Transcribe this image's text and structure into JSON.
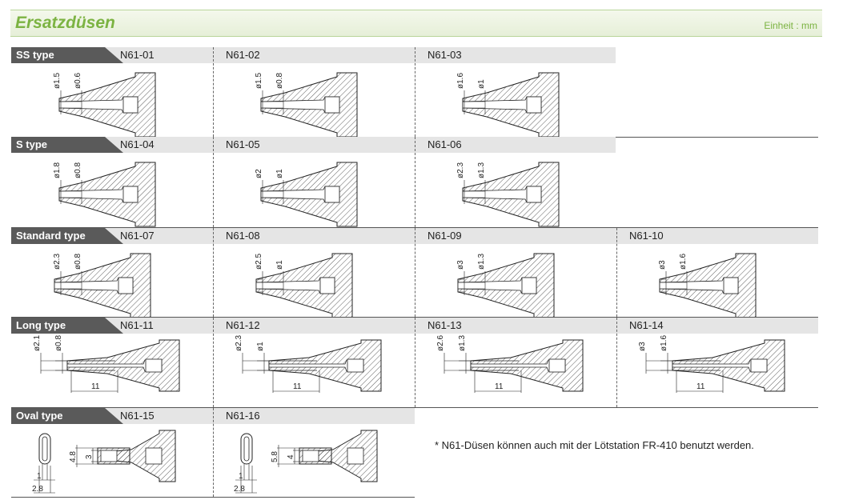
{
  "header": {
    "title": "Ersatzdüsen",
    "unit": "Einheit : mm"
  },
  "rows": [
    {
      "type": "SS type",
      "cells": [
        {
          "code": "N61-01",
          "d_outer": "ø1.5",
          "d_inner": "ø0.6"
        },
        {
          "code": "N61-02",
          "d_outer": "ø1.5",
          "d_inner": "ø0.8"
        },
        {
          "code": "N61-03",
          "d_outer": "ø1.6",
          "d_inner": "ø1"
        }
      ]
    },
    {
      "type": "S type",
      "cells": [
        {
          "code": "N61-04",
          "d_outer": "ø1.8",
          "d_inner": "ø0.8"
        },
        {
          "code": "N61-05",
          "d_outer": "ø2",
          "d_inner": "ø1"
        },
        {
          "code": "N61-06",
          "d_outer": "ø2.3",
          "d_inner": "ø1.3"
        }
      ]
    },
    {
      "type": "Standard type",
      "cells": [
        {
          "code": "N61-07",
          "d_outer": "ø2.3",
          "d_inner": "ø0.8"
        },
        {
          "code": "N61-08",
          "d_outer": "ø2.5",
          "d_inner": "ø1"
        },
        {
          "code": "N61-09",
          "d_outer": "ø3",
          "d_inner": "ø1.3"
        },
        {
          "code": "N61-10",
          "d_outer": "ø3",
          "d_inner": "ø1.6"
        }
      ]
    },
    {
      "type": "Long type",
      "cells": [
        {
          "code": "N61-11",
          "d_outer": "ø2.1",
          "d_inner": "ø0.8",
          "length": "11"
        },
        {
          "code": "N61-12",
          "d_outer": "ø2.3",
          "d_inner": "ø1",
          "length": "11"
        },
        {
          "code": "N61-13",
          "d_outer": "ø2.6",
          "d_inner": "ø1.3",
          "length": "11"
        },
        {
          "code": "N61-14",
          "d_outer": "ø3",
          "d_inner": "ø1.6",
          "length": "11"
        }
      ]
    },
    {
      "type": "Oval type",
      "cells": [
        {
          "code": "N61-15",
          "height": "4.8",
          "inner": "3",
          "width_small": "1",
          "width_large": "2.8"
        },
        {
          "code": "N61-16",
          "height": "5.8",
          "inner": "4",
          "width_small": "1",
          "width_large": "2.8"
        }
      ]
    }
  ],
  "note": "* N61-Düsen können auch mit der Lötstation FR-410 benutzt werden.",
  "colors": {
    "accent": "#7cb342",
    "type_label_bg": "#5a5a5a",
    "header_bg": "#e5e5e5"
  }
}
